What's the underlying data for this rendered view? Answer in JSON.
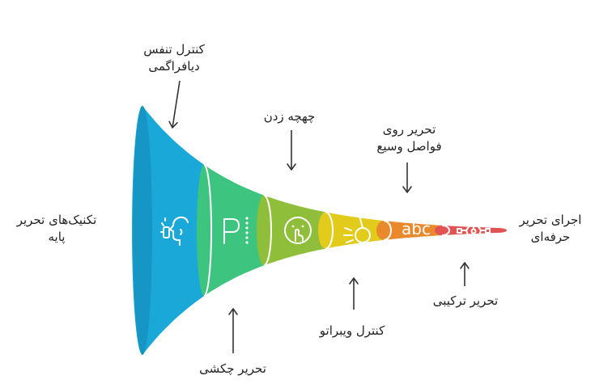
{
  "left_label": [
    "تکنیک‌های تحریر",
    "پایه"
  ],
  "right_label": [
    "اجرای تحریر",
    "حرفه‌ای"
  ],
  "segments": [
    {
      "id": "diaphragm",
      "color": "#1aa8d8",
      "icon": "breathing-face-icon",
      "label": [
        "کنترل تنفس",
        "دیافراگمی"
      ],
      "label_pos": "top"
    },
    {
      "id": "glide",
      "color": "#3dc47e",
      "icon": "pitch-dots-icon",
      "label": [
        "تحریر چکشی"
      ],
      "label_pos": "bottom"
    },
    {
      "id": "whisper",
      "color": "#8fbf3a",
      "icon": "whisper-face-icon",
      "label": [
        "چهچه زدن"
      ],
      "label_pos": "top"
    },
    {
      "id": "vibrato",
      "color": "#e2cb1b",
      "icon": "wrecking-ball-icon",
      "label": [
        "کنترل ویبراتو"
      ],
      "label_pos": "bottom"
    },
    {
      "id": "wide-intervals",
      "color": "#e9892c",
      "icon": "abc-text-icon",
      "label": [
        "تحریر روی",
        "فواصل وسیع"
      ],
      "label_pos": "top"
    },
    {
      "id": "combined",
      "color": "#e25454",
      "icon": "pen-tool-icon",
      "label": [
        "تحریر ترکیبی"
      ],
      "label_pos": "bottom"
    }
  ]
}
